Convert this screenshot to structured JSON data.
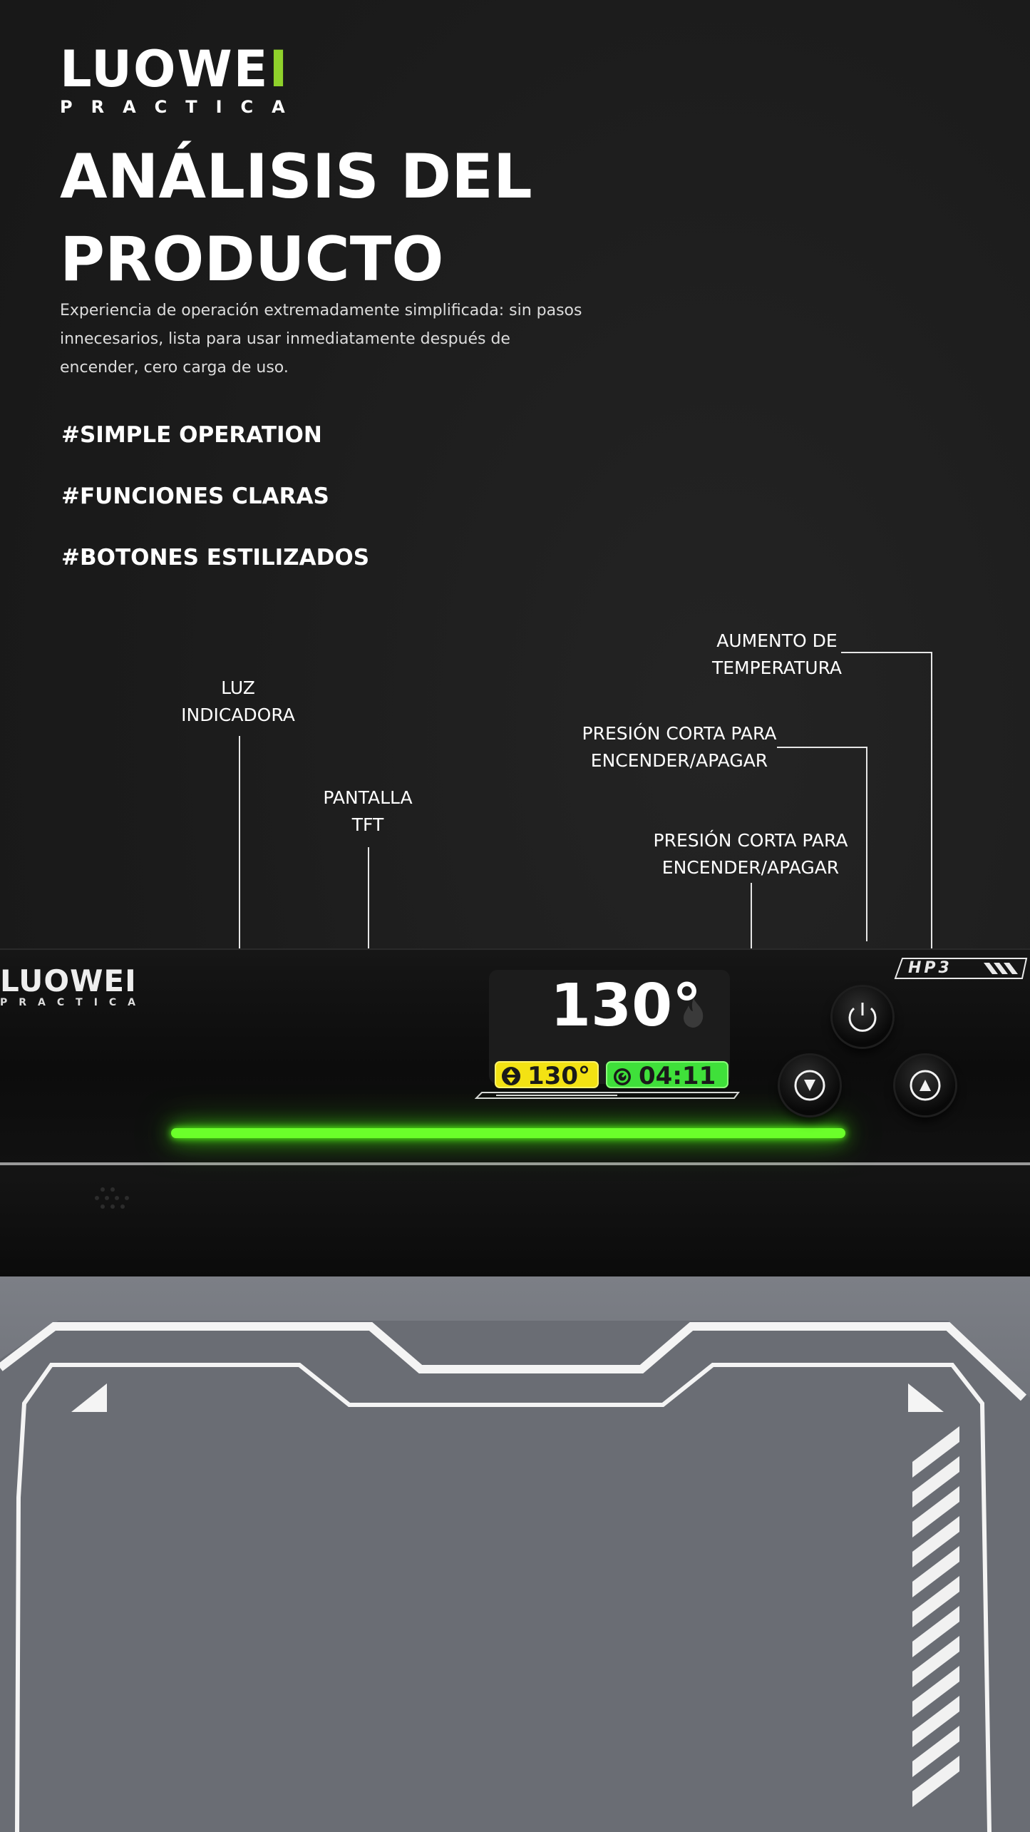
{
  "brand": {
    "name_main": "LUOWE",
    "name_accent": "I",
    "sub": "PRACTICA",
    "accent_color": "#8fd12b"
  },
  "title_lines": [
    "ANÁLISIS DEL",
    "PRODUCTO"
  ],
  "description": "Experiencia de operación extremadamente simplificada: sin pasos innecesarios, lista para usar inmediatamente después de encender, cero carga de uso.",
  "tags": [
    "#SIMPLE OPERATION",
    "#FUNCIONES CLARAS",
    "#BOTONES ESTILIZADOS"
  ],
  "callouts": {
    "indicator": [
      "LUZ",
      "INDICADORA"
    ],
    "screen": [
      "PANTALLA",
      "TFT"
    ],
    "temp_up": [
      "AUMENTO DE",
      "TEMPERATURA"
    ],
    "power_1": [
      "PRESIÓN CORTA PARA",
      "ENCENDER/APAGAR"
    ],
    "power_2": [
      "PRESIÓN CORTA PARA",
      "ENCENDER/APAGAR"
    ]
  },
  "device": {
    "brand_name": "LUOWEI",
    "brand_sub": "PRACTICA",
    "model": "HP3",
    "display": {
      "temperature": "130°",
      "set_temperature": "130°",
      "timer": "04:11"
    },
    "icons": [
      "flame-icon",
      "up-down-icon",
      "timer-icon",
      "power-icon",
      "arrow-down-icon",
      "arrow-up-icon"
    ],
    "colors": {
      "indicator_light": "#6bff2a",
      "set_badge": "#f3e213",
      "timer_badge": "#3fe03a"
    }
  }
}
